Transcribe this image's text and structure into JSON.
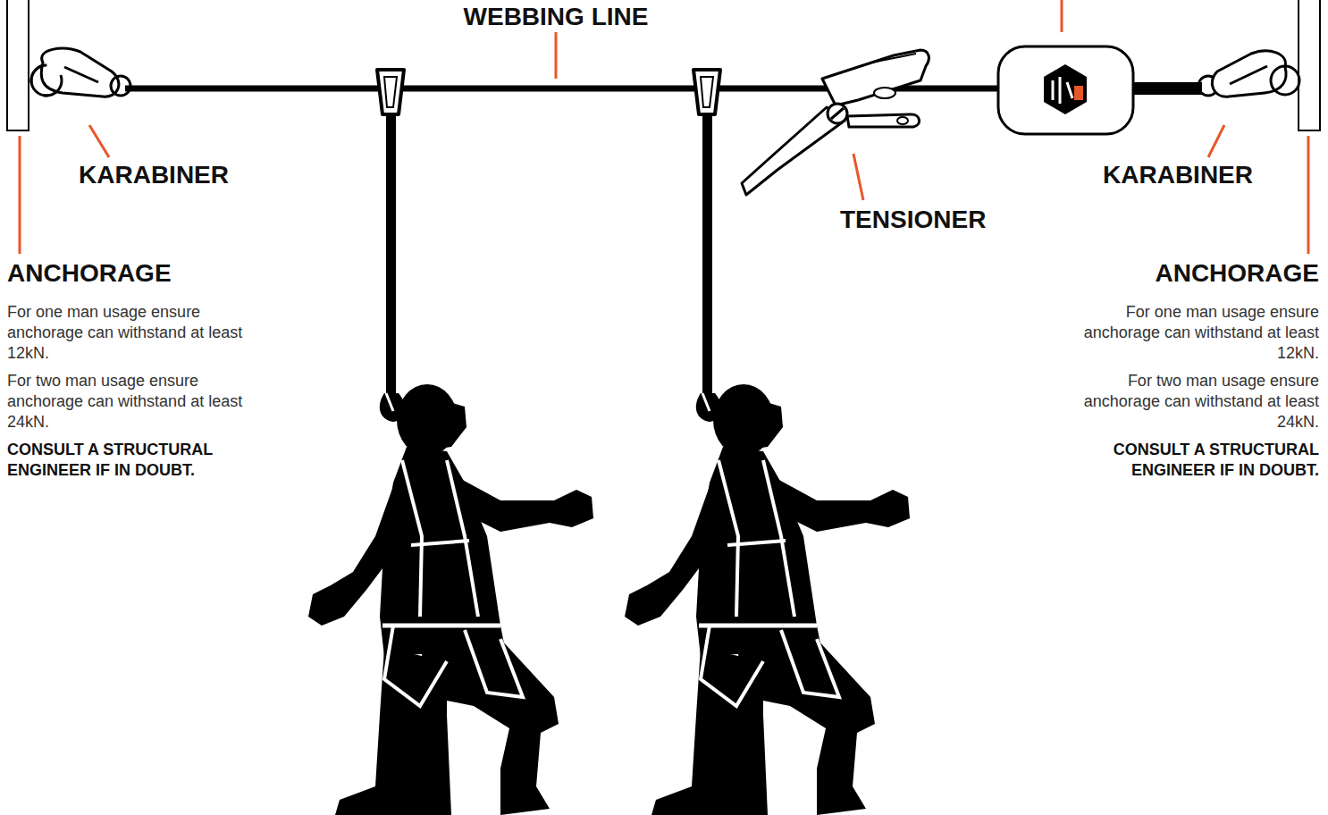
{
  "diagram": {
    "labels": [
      "WEBBING LINE",
      "KARABINER",
      "KARABINER",
      "TENSIONER",
      "ANCHORAGE",
      "For one man usage ensure anchorage can withstand at least 12kN.",
      "For two man usage ensure anchorage can withstand at least 24kN.",
      "CONSULT A STRUCTURAL ENGINEER IF IN DOUBT.",
      "ANCHORAGE",
      "For one man usage ensure anchorage can withstand at least 12kN.",
      "For two man usage ensure anchorage can withstand at least 24kN.",
      "CONSULT A STRUCTURAL ENGINEER IF IN DOUBT."
    ]
  }
}
